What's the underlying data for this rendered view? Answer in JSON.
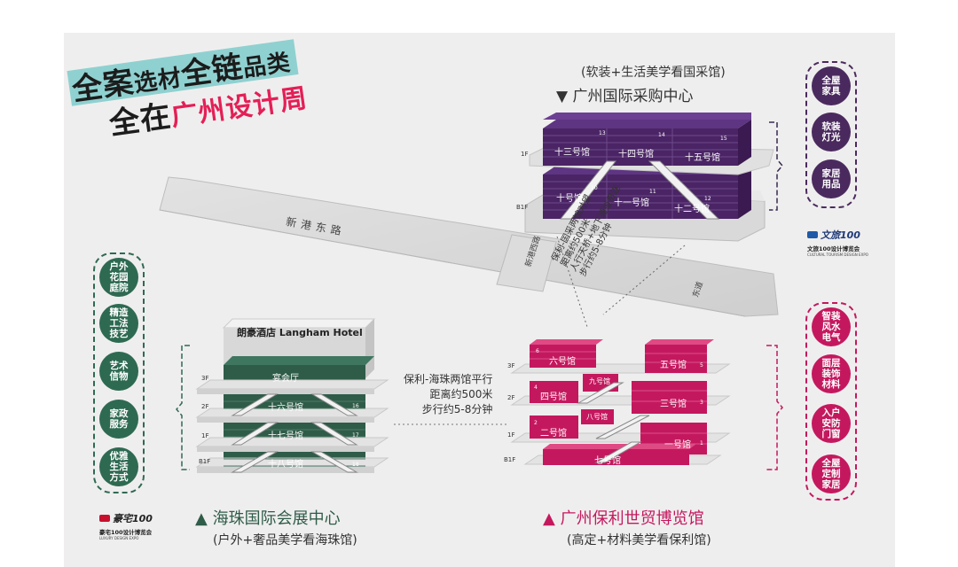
{
  "headline": {
    "line1_a": "全案",
    "line1_b": "选材",
    "line1_c": "全链",
    "line1_d": "品类",
    "line2_a": "全在",
    "line2_b": "广州设计周",
    "highlight_color": "#8fd1d0",
    "accent_color": "#e41f56"
  },
  "venues": {
    "top": {
      "subtitle": "(软装+生活美学看国采馆)",
      "name": "▼ 广州国际采购中心"
    },
    "left": {
      "name": "▲ 海珠国际会展中心",
      "subtitle": "(户外+奢品美学看海珠馆)"
    },
    "right": {
      "name": "▲ 广州保利世贸博览馆",
      "subtitle": "(高定+材料美学看保利馆)"
    }
  },
  "roads": {
    "main": "新港东路",
    "cross": "新港西路",
    "cross2": "东道"
  },
  "notes": {
    "diag": [
      "保利-国采两馆对望",
      "距离约500米",
      "人行天桥+地下通道贯连",
      "步行约5-8分钟"
    ],
    "mid": [
      "保利-海珠两馆平行",
      "距离约500米",
      "步行约5-8分钟"
    ]
  },
  "top_building": {
    "floor_labels": [
      "1F",
      "B1F"
    ],
    "upper_halls": [
      "十三号馆",
      "十四号馆",
      "十五号馆"
    ],
    "upper_nums": [
      "13",
      "14",
      "15"
    ],
    "lower_halls": [
      "十号馆",
      "十一号馆",
      "十二号馆"
    ],
    "lower_nums": [
      "10",
      "11",
      "12"
    ],
    "color": "#4a2464"
  },
  "left_building": {
    "hotel": "朗豪酒店 Langham Hotel",
    "floor_labels": [
      "3F",
      "2F",
      "1F",
      "B1F"
    ],
    "halls": [
      "宴会厅",
      "十六号馆",
      "十七号馆",
      "十八号馆"
    ],
    "nums": [
      "16",
      "17",
      "18"
    ],
    "color": "#2e5c48"
  },
  "right_building": {
    "floor_labels": [
      "3F",
      "2F",
      "1F",
      "B1F"
    ],
    "halls": [
      "六号馆",
      "五号馆",
      "九号馆",
      "四号馆",
      "三号馆",
      "八号馆",
      "二号馆",
      "一号馆",
      "七号馆"
    ],
    "nums": [
      "6",
      "5",
      "4",
      "3",
      "2",
      "1"
    ],
    "color": "#c4185e"
  },
  "left_categories": {
    "items": [
      "户外\n花园\n庭院",
      "精造\n工法\n技艺",
      "艺术\n信物",
      "家政\n服务",
      "优雅\n生活\n方式"
    ],
    "color": "#2e6a52"
  },
  "top_right_categories": {
    "items": [
      "全屋\n家具",
      "软装\n灯光",
      "家居\n用品"
    ],
    "color": "#4a2a5e"
  },
  "bottom_right_categories": {
    "items": [
      "智装\n风水\n电气",
      "面层\n装饰\n材料",
      "入户\n安防\n门窗",
      "全屋\n定制\n家居"
    ],
    "color": "#c4185e"
  },
  "logos": {
    "wenlv": {
      "mark": "文旅100",
      "line1": "文旅100设计博览会",
      "line2": "CULTURAL TOURISM DESIGN EXPO"
    },
    "haozhai": {
      "mark": "豪宅100",
      "line1": "豪宅100设计博览会",
      "line2": "LUXURY DESIGN EXPO"
    }
  }
}
